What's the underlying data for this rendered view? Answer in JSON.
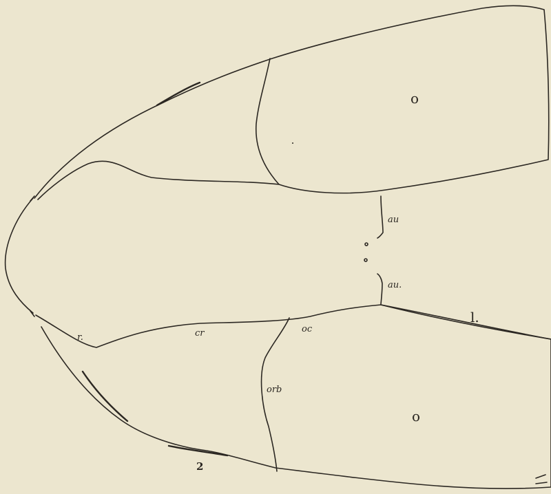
{
  "labels": {
    "o_upper": "o",
    "o_lower": "o",
    "au_upper": "au",
    "au_lower": "au.",
    "l": "l.",
    "r": "r.",
    "cr": "cr",
    "oc": "oc",
    "orb": "orb",
    "figure_number": "2"
  },
  "colors": {
    "paper": "#ece6cf",
    "ink": "#2b2722"
  }
}
